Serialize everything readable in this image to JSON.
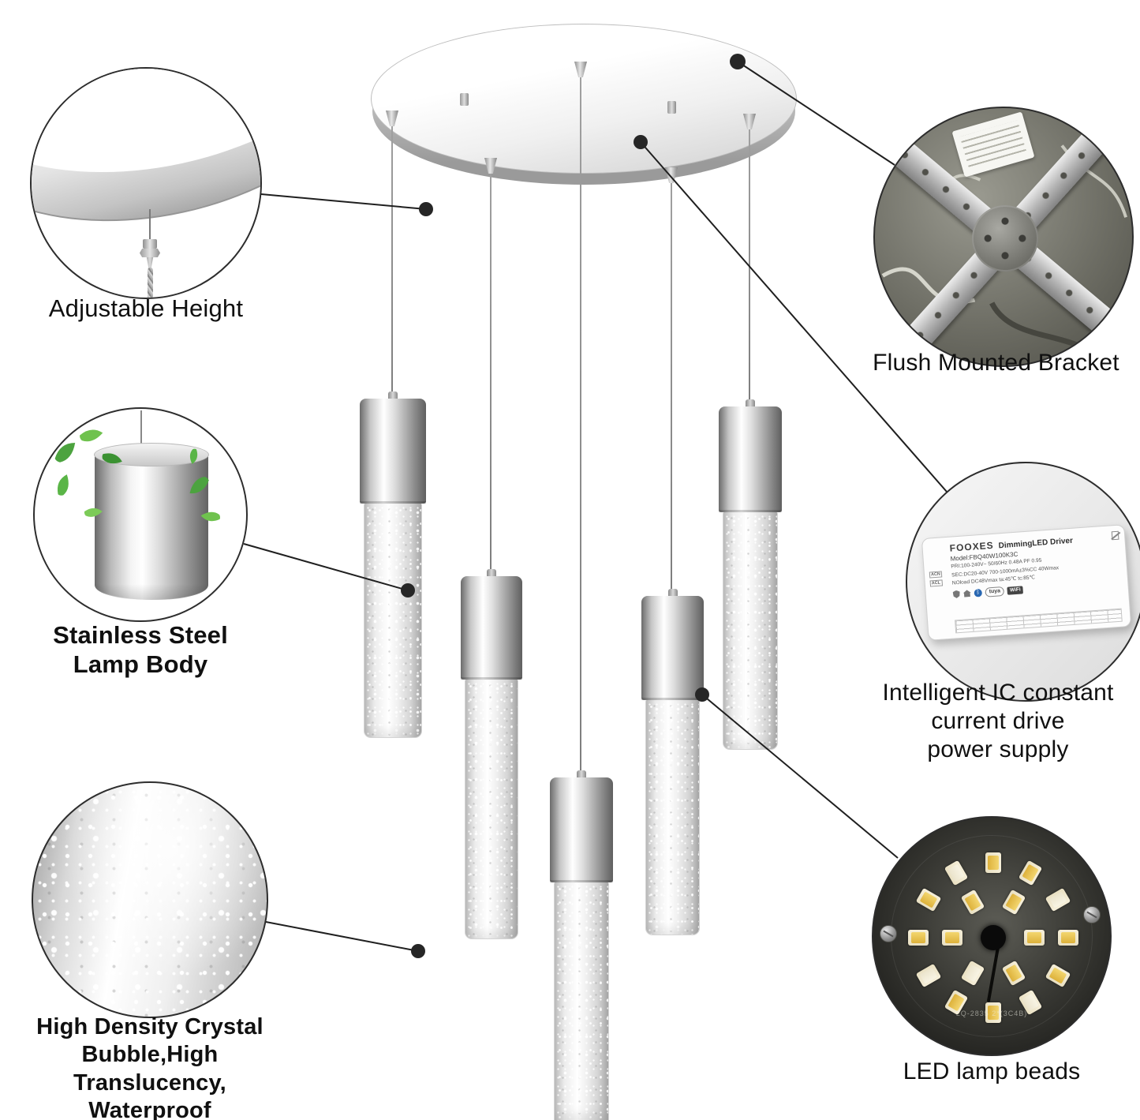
{
  "callouts": {
    "adjustable_height": {
      "label": "Adjustable Height"
    },
    "stainless_steel": {
      "line1": "Stainless Steel",
      "line2": "Lamp Body"
    },
    "crystal_bubble": {
      "line1": "High Density Crystal",
      "line2": "Bubble,High",
      "line3": "Translucency,",
      "line4": "Waterproof"
    },
    "flush_bracket": {
      "label": "Flush Mounted Bracket"
    },
    "power_supply": {
      "line1": "Intelligent IC constant",
      "line2": "current drive",
      "line3": "power supply"
    },
    "led_beads": {
      "label": "LED lamp beads"
    }
  },
  "driver": {
    "brand": "FOOXES",
    "title": "DimmingLED Driver",
    "model": "Model:FBQ40W100K3C",
    "spec_pri": "PRI:100-240V~ 50/60Hz 0.48A  PF 0.95",
    "spec_sec": "SEC:DC20-40V  700-1000mA±3%CC 40Wmax",
    "spec_noload": "NOload DC48Vmax  ta:45℃  tc:85℃",
    "term_n": "ACN",
    "term_l": "ACL",
    "badge_bt": "ᛒ",
    "badge_tuya": "tuya",
    "badge_wifi": "WiFi"
  },
  "led": {
    "pcb_marking": "LQ-2835 2*(3C4B)"
  },
  "colors": {
    "background": "#ffffff",
    "callout_line": "#1f1f1f",
    "label_text": "#101010",
    "chrome_dark": "#6b6b6b",
    "led_warm": "#eec94f",
    "led_cool": "#f3edd9",
    "leaf_green": "#4ca33f"
  }
}
